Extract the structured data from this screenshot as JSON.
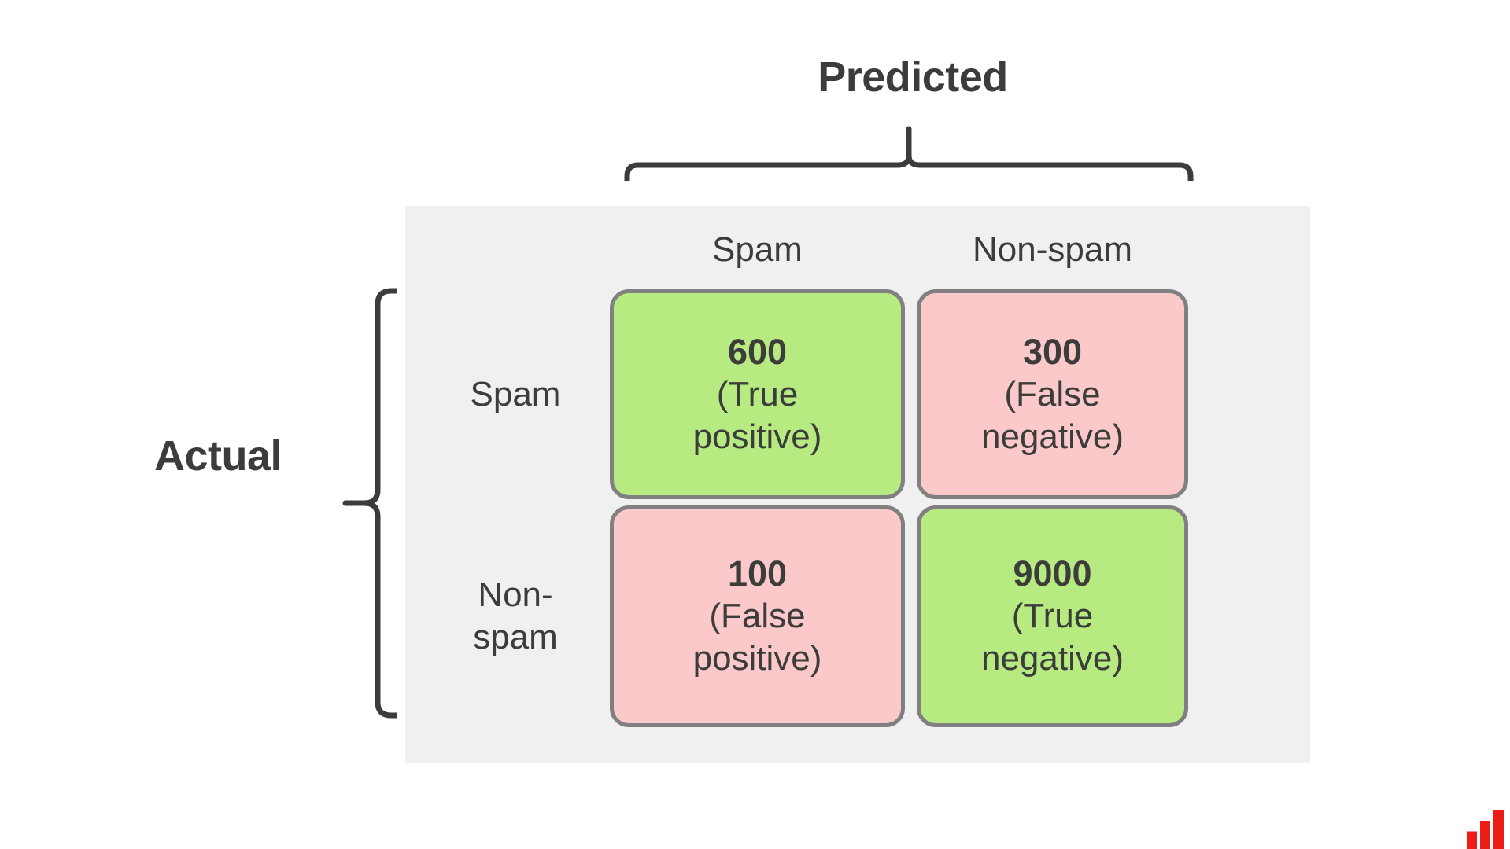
{
  "title": {
    "predicted": "Predicted",
    "actual": "Actual"
  },
  "colors": {
    "background": "#ffffff",
    "panel": "#f0f0f0",
    "text": "#3c3c3b",
    "cell_border": "#808080",
    "correct": "#b7eb82",
    "incorrect": "#fbc9c9",
    "brace": "#3c3c3b",
    "logo": "#ed1c16"
  },
  "columns": [
    {
      "label": "Spam"
    },
    {
      "label": "Non-spam"
    }
  ],
  "rows": [
    {
      "label_lines": [
        "Spam"
      ]
    },
    {
      "label_lines": [
        "Non-",
        "spam"
      ]
    }
  ],
  "cells": [
    {
      "id": "cell-0-0",
      "count": "600",
      "label_lines": [
        "(True",
        "positive)"
      ],
      "type": "true-positive",
      "color": "#b7eb82"
    },
    {
      "id": "cell-0-1",
      "count": "300",
      "label_lines": [
        "(False",
        "negative)"
      ],
      "type": "false-negative",
      "color": "#fbc9c9"
    },
    {
      "id": "cell-1-0",
      "count": "100",
      "label_lines": [
        "(False",
        "positive)"
      ],
      "type": "false-positive",
      "color": "#fbc9c9"
    },
    {
      "id": "cell-1-1",
      "count": "9000",
      "label_lines": [
        "(True",
        "negative)"
      ],
      "type": "true-negative",
      "color": "#b7eb82"
    }
  ],
  "chart_data": {
    "type": "table",
    "title": "Confusion matrix",
    "xlabel": "Predicted",
    "ylabel": "Actual",
    "categories": [
      "Spam",
      "Non-spam"
    ],
    "matrix": [
      [
        600,
        300
      ],
      [
        100,
        9000
      ]
    ],
    "cell_labels": [
      [
        "(True positive)",
        "(False negative)"
      ],
      [
        "(False positive)",
        "(True negative)"
      ]
    ],
    "row_labels": [
      "Spam",
      "Non-spam"
    ],
    "column_labels": [
      "Spam",
      "Non-spam"
    ],
    "legend": [],
    "grid": false
  },
  "logo": {
    "name": "bar-chart-logo",
    "bars": [
      0.45,
      0.72,
      1.0
    ]
  }
}
